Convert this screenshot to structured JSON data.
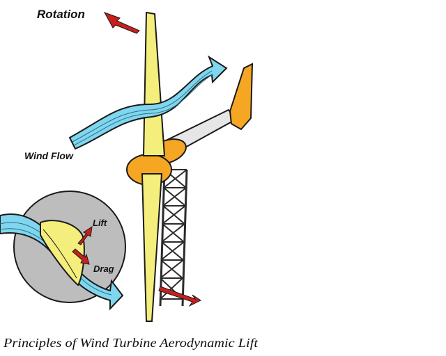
{
  "labels": {
    "rotation": "Rotation",
    "wind_flow": "Wind Flow",
    "lift": "Lift",
    "drag": "Drag"
  },
  "caption": "Principles of Wind Turbine Aerodynamic Lift",
  "colors": {
    "blade": "#f4ee7c",
    "hub": "#f5a623",
    "wind": "#7fd6ee",
    "inset_circle": "#bdbdbd",
    "arrow": "#c8201c",
    "tower": "#4a4a4a",
    "outline": "#1a1a1a"
  }
}
